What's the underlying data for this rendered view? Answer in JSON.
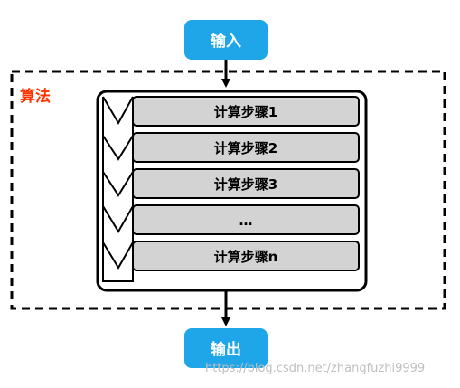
{
  "input": {
    "label": "输入"
  },
  "algorithm": {
    "label": "算法"
  },
  "steps": [
    {
      "label": "计算步骤1"
    },
    {
      "label": "计算步骤2"
    },
    {
      "label": "计算步骤3"
    },
    {
      "label": "…"
    },
    {
      "label": "计算步骤n"
    }
  ],
  "output": {
    "label": "输出"
  },
  "watermark": {
    "text": "https://blog.csdn.net/zhangfuzhi9999"
  },
  "colors": {
    "io_box": "#1ea6e8",
    "algorithm_label": "#ff3300",
    "step_fill": "#d3d3d3",
    "border": "#000000"
  }
}
